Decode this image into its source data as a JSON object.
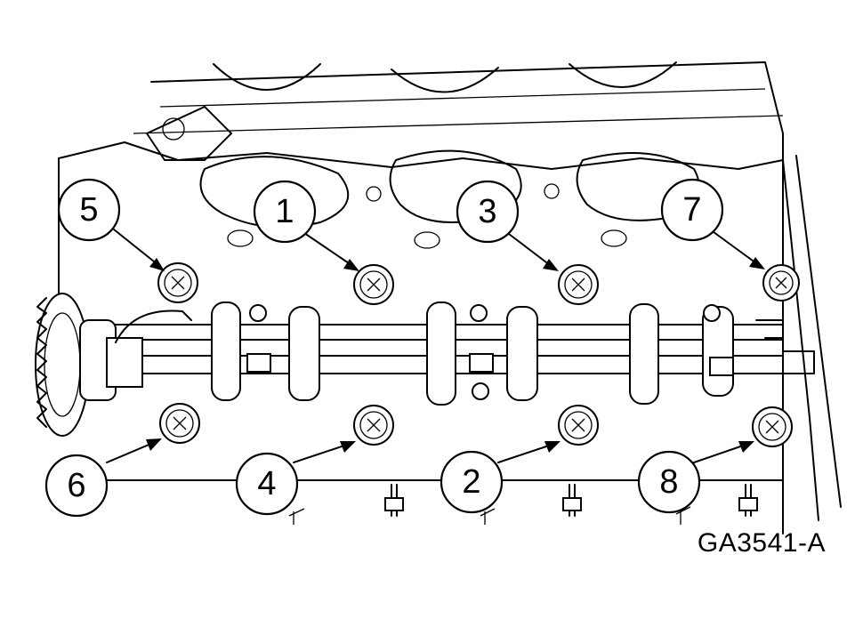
{
  "figure_id": "GA3541-A",
  "callouts": [
    {
      "label": "5"
    },
    {
      "label": "1"
    },
    {
      "label": "3"
    },
    {
      "label": "7"
    },
    {
      "label": "6"
    },
    {
      "label": "4"
    },
    {
      "label": "2"
    },
    {
      "label": "8"
    }
  ]
}
